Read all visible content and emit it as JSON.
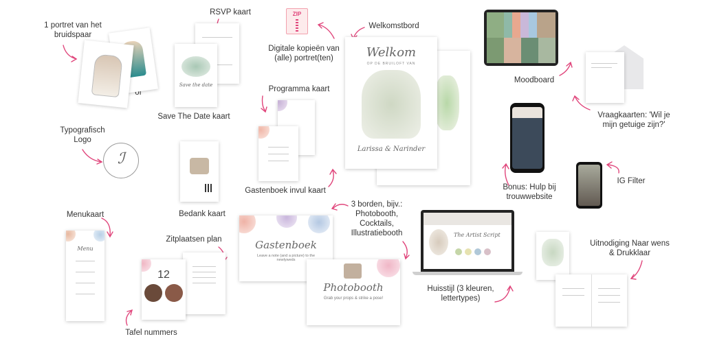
{
  "labels": {
    "portrait": "1 portret van het bruidspaar",
    "of": "of",
    "rsvp": "RSVP kaart",
    "save_the_date": "Save The Date kaart",
    "digital": "Digitale kopieën van (alle) portret(ten)",
    "welcome": "Welkomstbord",
    "moodboard": "Moodboard",
    "question_cards": "Vraagkaarten: 'Wil je mijn getuige zijn?'",
    "typo_logo": "Typografisch Logo",
    "program": "Programma kaart",
    "guestbook": "Gastenboek invul kaart",
    "thank_you": "Bedank kaart",
    "bonus": "Bonus: Hulp bij trouwwebsite",
    "ig_filter": "IG Filter",
    "three_boards": "3 borden, bijv.: Photobooth, Cocktails, Illustratiebooth",
    "menu": "Menukaart",
    "seating": "Zitplaatsen plan",
    "table_numbers": "Tafel nummers",
    "house_style": "Huisstijl (3 kleuren, lettertypes)",
    "invitation": "Uitnodiging Naar wens & Drukklaar"
  },
  "artwork": {
    "welcome_title": "Welkom",
    "welcome_sub": "OP DE BRUILOFT VAN",
    "welcome_names": "Larissa & Narinder",
    "guestbook_title": "Gastenboek",
    "guestbook_sub": "Leave a note (and a picture) to the newlyweds",
    "photobooth_title": "Photobooth",
    "photobooth_sub": "Grab your props & strike a pose!",
    "table_number": "12",
    "site_title": "The Artist Script",
    "save_title": "Save the date",
    "menu_title": "Menu",
    "zip_label": "ZIP"
  },
  "colors": {
    "arrow": "#e0457b",
    "mood": [
      "#8fb9a8",
      "#e8a88f",
      "#c9b8d9",
      "#a8c8e0"
    ],
    "house": [
      "#c5d6a8",
      "#e6e2b0",
      "#b0c8d8",
      "#d8c0c8"
    ]
  }
}
